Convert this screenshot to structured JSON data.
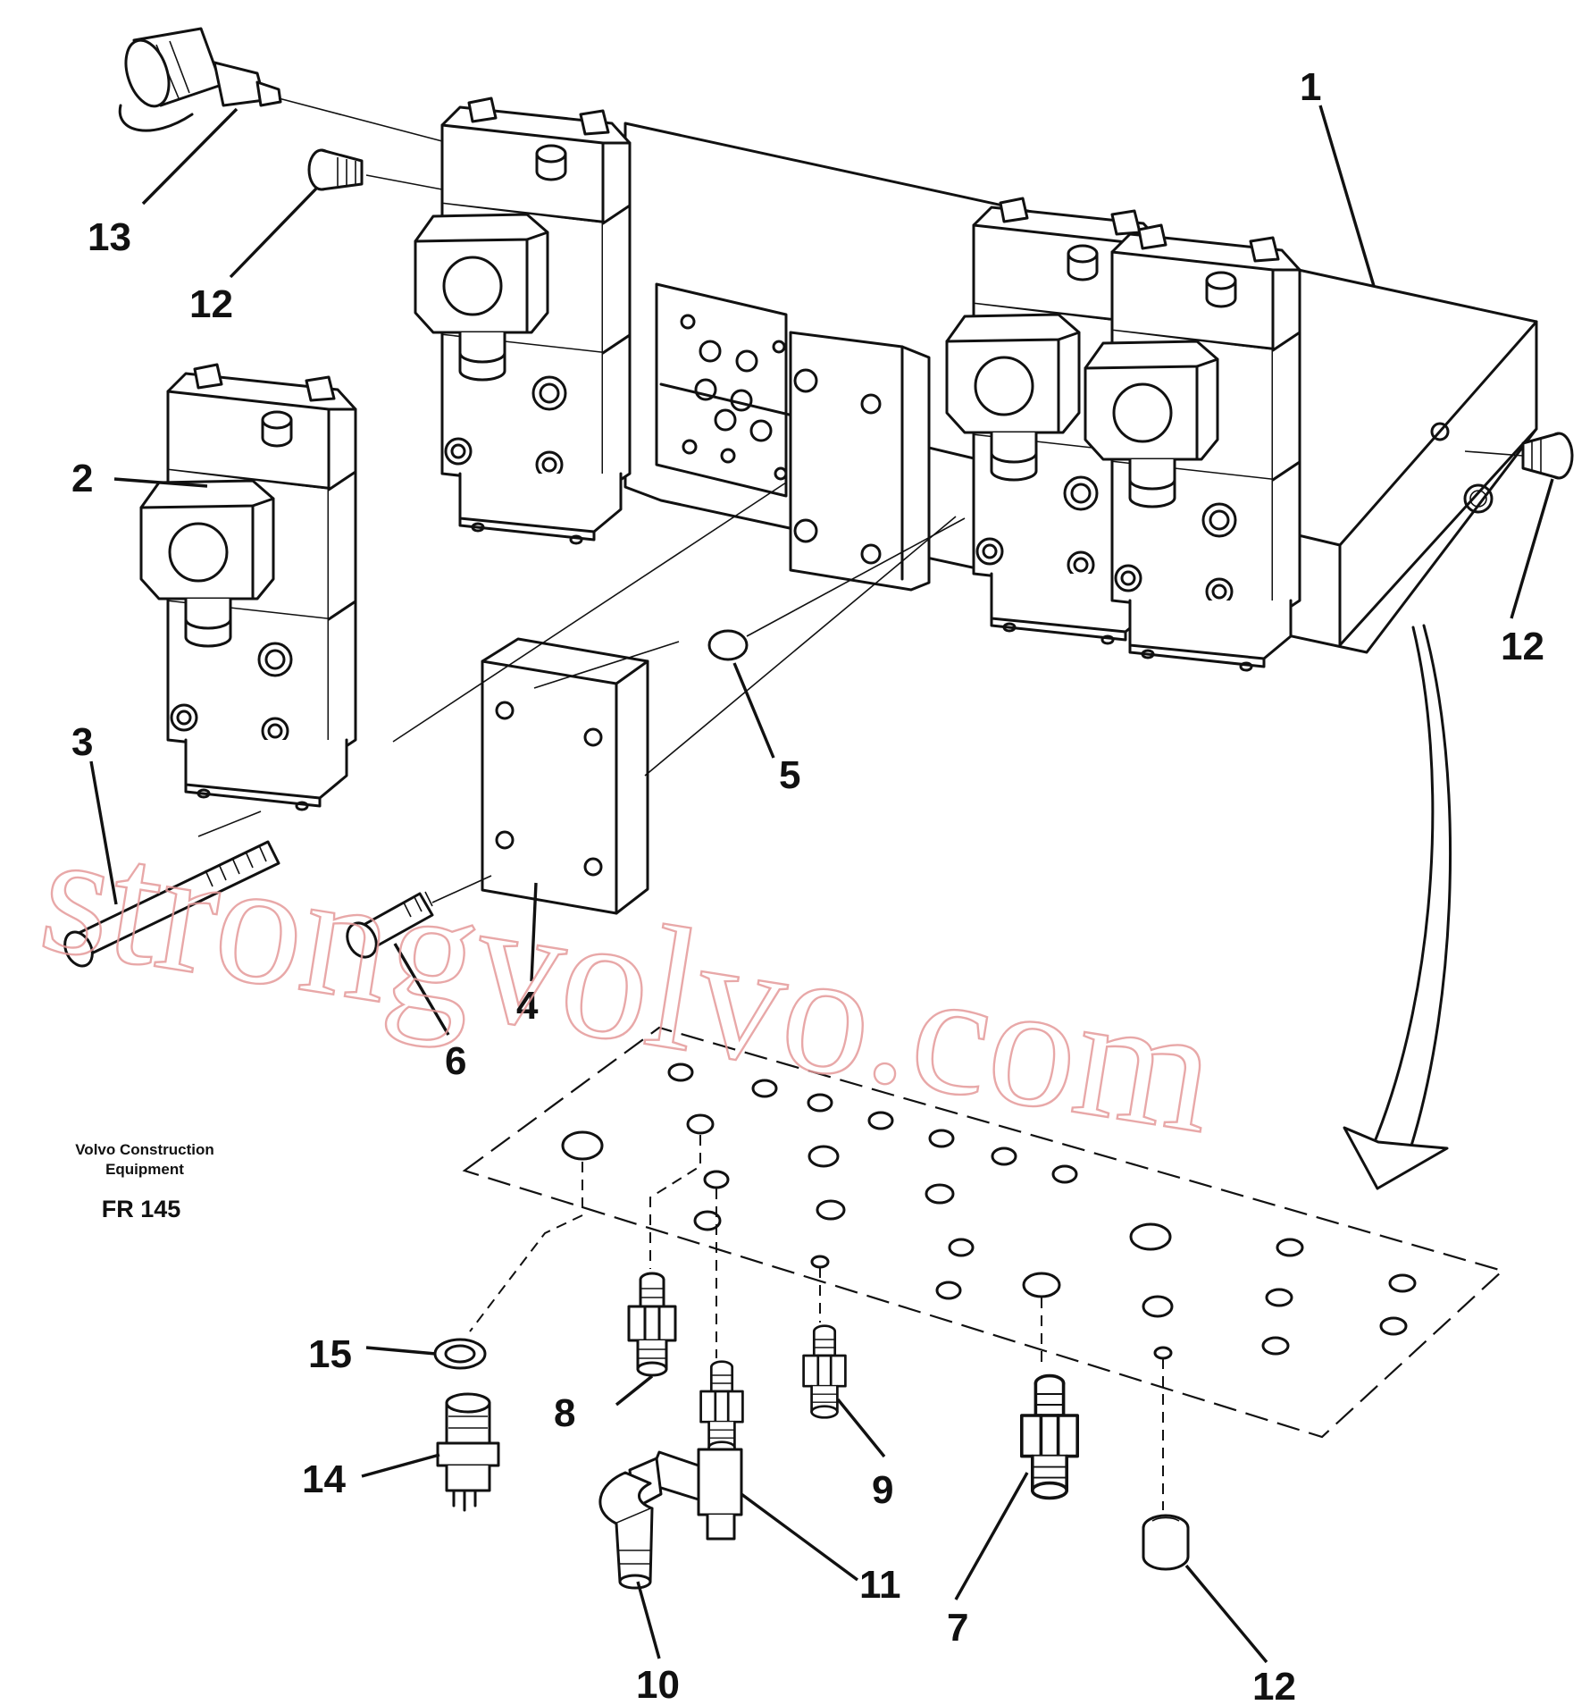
{
  "diagram": {
    "callouts": [
      {
        "id": "c1",
        "label": "1"
      },
      {
        "id": "c2",
        "label": "2"
      },
      {
        "id": "c3",
        "label": "3"
      },
      {
        "id": "c4",
        "label": "4"
      },
      {
        "id": "c5",
        "label": "5"
      },
      {
        "id": "c6",
        "label": "6"
      },
      {
        "id": "c7",
        "label": "7"
      },
      {
        "id": "c8",
        "label": "8"
      },
      {
        "id": "c9",
        "label": "9"
      },
      {
        "id": "c10",
        "label": "10"
      },
      {
        "id": "c11",
        "label": "11"
      },
      {
        "id": "c12a",
        "label": "12"
      },
      {
        "id": "c12b",
        "label": "12"
      },
      {
        "id": "c12c",
        "label": "12"
      },
      {
        "id": "c13",
        "label": "13"
      },
      {
        "id": "c14",
        "label": "14"
      },
      {
        "id": "c15",
        "label": "15"
      }
    ],
    "credit_line1": "Volvo Construction",
    "credit_line2": "Equipment",
    "figure_code": "FR 145",
    "watermark": "strongvolvo.com",
    "watermark_color": "#e59a9a",
    "line_color": "#111111"
  }
}
